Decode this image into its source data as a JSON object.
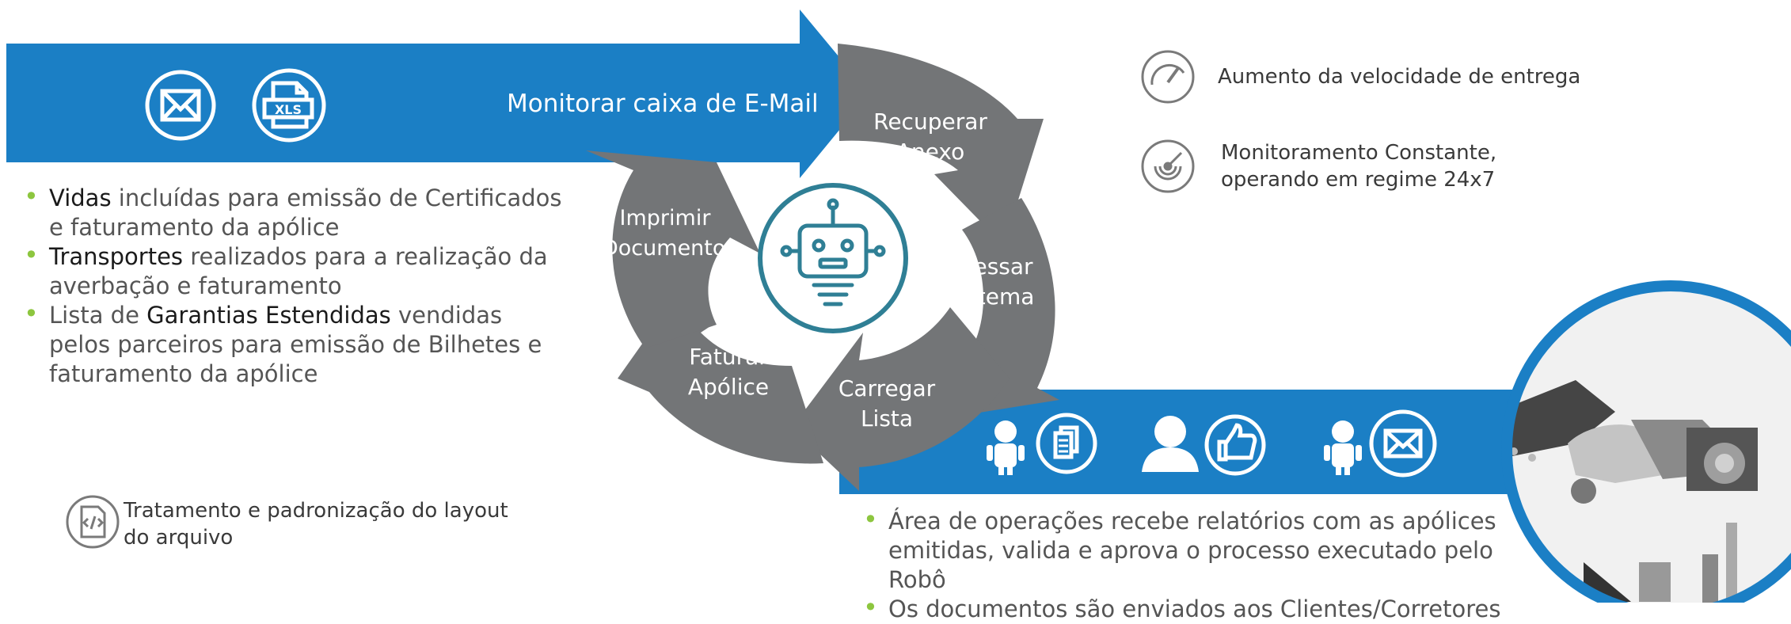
{
  "colors": {
    "blue": "#1b7fc5",
    "gray": "#737577",
    "teal": "#2f7f95",
    "green": "#8dc63f"
  },
  "banner": {
    "label": "Monitorar caixa de E-Mail",
    "icons": [
      "envelope-icon",
      "xls-file-icon"
    ]
  },
  "cycle_steps": [
    {
      "line1": "Recuperar",
      "line2": "Anexo"
    },
    {
      "line1": "Acessar",
      "line2": "Sistema"
    },
    {
      "line1": "Carregar",
      "line2": "Lista"
    },
    {
      "line1": "Faturar",
      "line2": "Apólice"
    },
    {
      "line1": "Imprimir",
      "line2": "Documentos"
    }
  ],
  "left_bullets": [
    {
      "strong": "Vidas",
      "rest": " incluídas para emissão de Certificados e faturamento da apólice",
      "prefix": ""
    },
    {
      "strong": "Transportes",
      "rest": " realizados para a realização da averbação e faturamento",
      "prefix": ""
    },
    {
      "prefix": "Lista de ",
      "strong": "Garantias Estendidas",
      "rest": " vendidas pelos parceiros para emissão de Bilhetes e faturamento da apólice"
    }
  ],
  "layout_note": {
    "text": "Tratamento e padronização do layout do arquivo",
    "icon": "code-file-icon"
  },
  "benefits": [
    {
      "icon": "speedometer-icon",
      "text": "Aumento da velocidade de entrega"
    },
    {
      "icon": "radar-icon",
      "text": "Monitoramento Constante, operando em regime 24x7"
    }
  ],
  "bottom_banner": {
    "icons": [
      "robot-icon",
      "documents-icon",
      "user-icon",
      "thumbs-up-icon",
      "robot-icon",
      "envelope-icon"
    ]
  },
  "right_bullets": [
    "Área de operações recebe relatórios com as apólices emitidas, valida e aprova o processo executado pelo Robô",
    "Os documentos são enviados aos Clientes/Corretores"
  ]
}
